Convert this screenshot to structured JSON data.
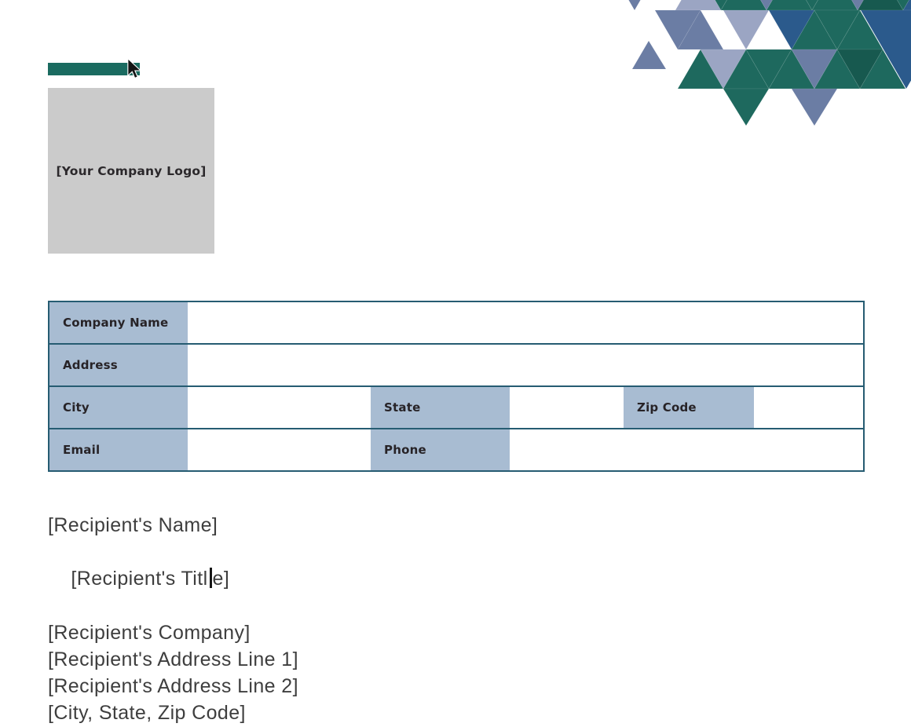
{
  "document": {
    "type_label": "letter-template"
  },
  "logo": {
    "placeholder_text": "[Your Company Logo]"
  },
  "table": {
    "labels": {
      "company_name": "Company Name",
      "address": "Address",
      "city": "City",
      "state": "State",
      "zip_code": "Zip Code",
      "email": "Email",
      "phone": "Phone"
    },
    "values": {
      "company_name": "",
      "address": "",
      "city": "",
      "state": "",
      "zip_code": "",
      "email": "",
      "phone": ""
    }
  },
  "recipient": {
    "lines": [
      "[Recipient's Name]",
      "[Recipient's Title]",
      "[Recipient's Company]",
      "[Recipient's Address Line 1]",
      "[Recipient's Address Line 2]",
      "[City, State, Zip Code]"
    ],
    "title_line_before_caret": "[Recipient's Titl",
    "title_line_after_caret": "e]"
  },
  "colors": {
    "accent_bar": "#1A6B60",
    "table_border": "#265C72",
    "table_label_fill": "#A8BCD2",
    "logo_fill": "#CBCBCB",
    "body_text": "#3E3E3E"
  },
  "decoration": {
    "palette": {
      "T": "#1E695E",
      "D": "#17594F",
      "S": "#6B7DA4",
      "L": "#9BA5C3",
      "B": "#2B5A8C"
    },
    "triangles": [
      {
        "p": "29,-37 87,-37 58,13",
        "c": "S"
      },
      {
        "p": "110,13 168,13 139,-37",
        "c": "L"
      },
      {
        "p": "139,-37 197,-37 168,13",
        "c": "T"
      },
      {
        "p": "168,13 226,13 197,-37",
        "c": "T"
      },
      {
        "p": "197,-37 255,-37 226,13",
        "c": "S"
      },
      {
        "p": "226,13 284,13 255,-37",
        "c": "T"
      },
      {
        "p": "255,-37 313,-37 284,13",
        "c": "T"
      },
      {
        "p": "284,13 342,13 313,-37",
        "c": "T"
      },
      {
        "p": "313,-37 371,-37 342,13",
        "c": "S"
      },
      {
        "p": "342,13 400,13 371,-37",
        "c": "D"
      },
      {
        "p": "371,-37 429,-37 400,13",
        "c": "T"
      },
      {
        "p": "400,13 458,13 429,-37",
        "c": "B"
      },
      {
        "p": "84,13 142,13 113,63",
        "c": "S"
      },
      {
        "p": "113,63 171,63 142,13",
        "c": "S"
      },
      {
        "p": "171,13 229,13 200,63",
        "c": "L"
      },
      {
        "p": "229,13 287,13 258,63",
        "c": "B"
      },
      {
        "p": "258,63 316,63 287,13",
        "c": "T"
      },
      {
        "p": "287,13 345,13 316,63",
        "c": "T"
      },
      {
        "p": "316,63 374,63 345,13",
        "c": "T"
      },
      {
        "p": "346,13 462,13 404,113",
        "c": "B"
      },
      {
        "p": "113,113 171,113 142,63",
        "c": "T"
      },
      {
        "p": "142,63 200,63 171,113",
        "c": "L"
      },
      {
        "p": "171,113 229,113 200,63",
        "c": "T"
      },
      {
        "p": "200,63 258,63 229,113",
        "c": "T"
      },
      {
        "p": "229,113 287,113 258,63",
        "c": "T"
      },
      {
        "p": "258,63 316,63 287,113",
        "c": "S"
      },
      {
        "p": "287,113 345,113 316,63",
        "c": "T"
      },
      {
        "p": "316,63 374,63 345,113",
        "c": "D"
      },
      {
        "p": "345,113 403,113 374,63",
        "c": "T"
      },
      {
        "p": "171,113 229,113 200,160",
        "c": "T"
      },
      {
        "p": "258,113 316,113 287,160",
        "c": "S"
      },
      {
        "p": "55,88 98,88 76,52",
        "c": "S"
      }
    ]
  }
}
